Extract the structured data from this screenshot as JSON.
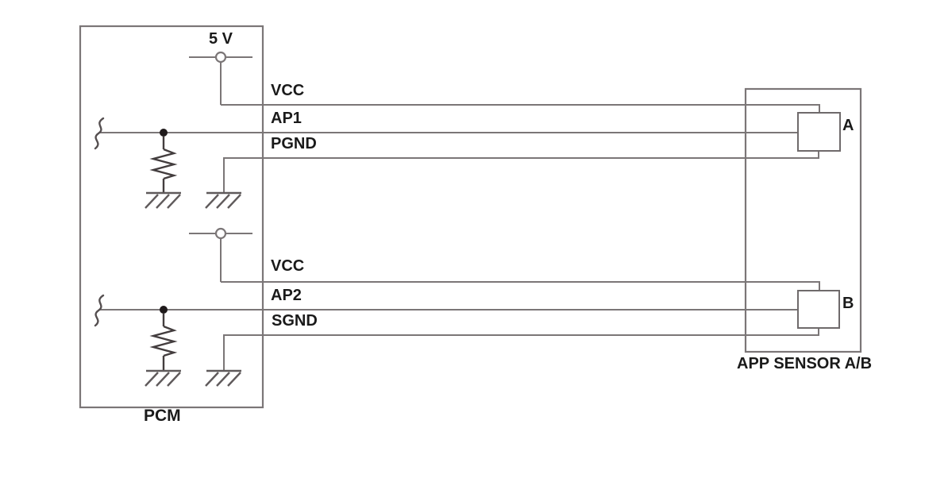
{
  "diagram": {
    "type": "wiring-schematic",
    "pcm": {
      "label": "PCM",
      "supply_label": "5 V"
    },
    "sensor": {
      "label": "APP SENSOR A/B",
      "connector_a_label": "A",
      "connector_b_label": "B"
    },
    "pins": {
      "vcc1": "VCC",
      "ap1": "AP1",
      "pgnd": "PGND",
      "vcc2": "VCC",
      "ap2": "AP2",
      "sgnd": "SGND"
    },
    "colors": {
      "wire": "#7b7677",
      "component": "#433d3e",
      "ground": "#5f5a5b",
      "text": "#1a1a1a",
      "background": "#ffffff"
    }
  }
}
